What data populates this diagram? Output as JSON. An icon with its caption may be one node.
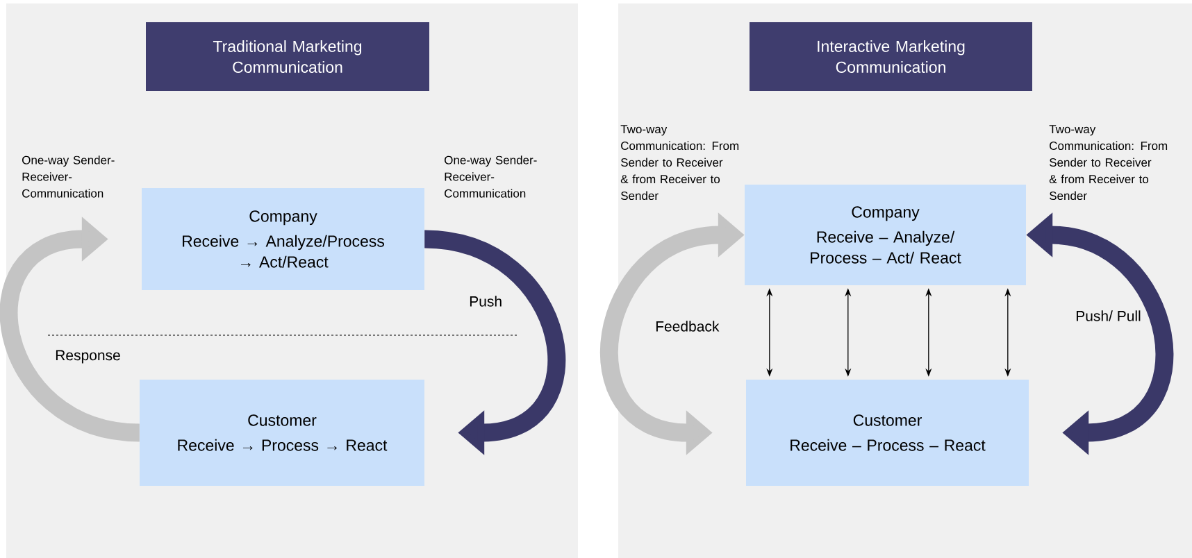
{
  "diagram": {
    "nodes": [
      {
        "text": [
          "Traditional Marketing Communication"
        ]
      },
      {
        "text": [
          "Company",
          "Receive → Analyze/Process → Act/React"
        ]
      },
      {
        "text": [
          "Customer",
          "Receive → Process → React"
        ]
      },
      {
        "text": [
          "Interactive Marketing Communication"
        ]
      },
      {
        "text": [
          "Company",
          "Receive – Analyze/ Process – Act/ React"
        ]
      },
      {
        "text": [
          "Customer",
          "Receive – Process – React"
        ]
      }
    ],
    "edges": [
      {
        "from": 1,
        "to": 2,
        "arrow": "to",
        "label": "Push",
        "style": "thick",
        "color": "#3a3868"
      },
      {
        "from": 2,
        "to": 1,
        "arrow": "to",
        "label": "Response",
        "style": "thick",
        "color": "#c4c4c4"
      },
      {
        "from": 4,
        "to": 5,
        "arrow": "both"
      },
      {
        "from": 4,
        "to": 5,
        "arrow": "both"
      },
      {
        "from": 4,
        "to": 5,
        "arrow": "both"
      },
      {
        "from": 4,
        "to": 5,
        "arrow": "both"
      },
      {
        "from": 4,
        "to": 5,
        "arrow": "both",
        "label": "Feedback",
        "style": "thick",
        "color": "#c4c4c4"
      },
      {
        "from": 4,
        "to": 5,
        "arrow": "both",
        "label": "Push/ Pull",
        "style": "thick",
        "color": "#3a3868"
      }
    ],
    "labels": [
      "One-way Sender-Receiver-Communication",
      "One-way Sender-Receiver-Communication",
      "Two-way Communication: From Sender to Receiver & from Receiver to Sender",
      "Two-way Communication: From Sender to Receiver & from Receiver to Sender"
    ]
  }
}
